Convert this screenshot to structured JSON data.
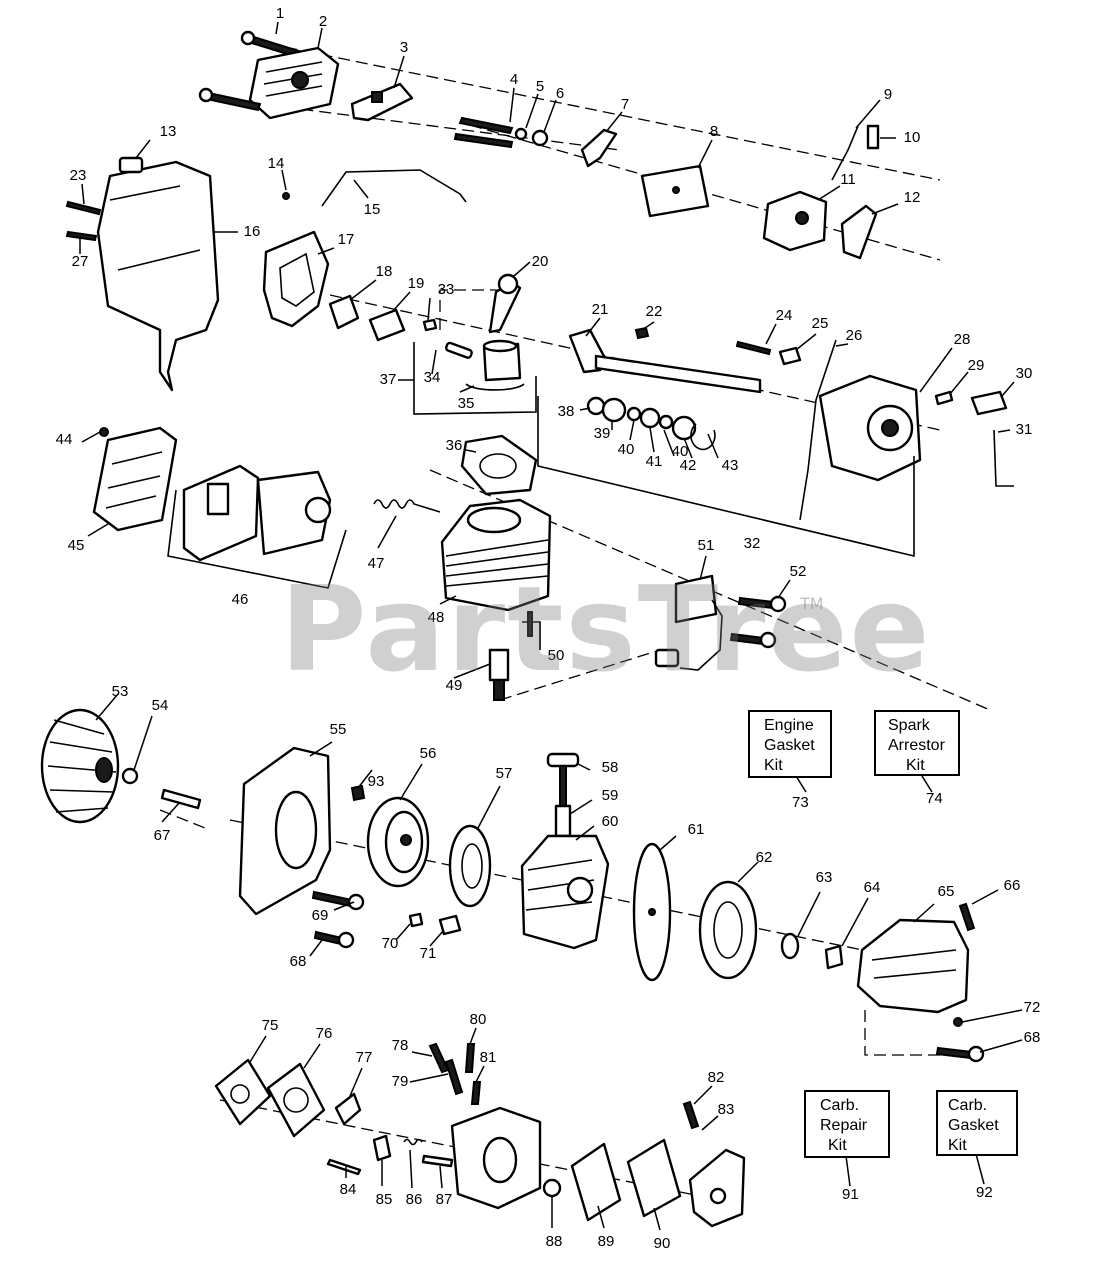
{
  "watermark": {
    "text": "PartsTree",
    "trademark": "TM"
  },
  "callouts": [
    "1",
    "2",
    "3",
    "4",
    "5",
    "6",
    "7",
    "8",
    "9",
    "10",
    "11",
    "12",
    "13",
    "14",
    "15",
    "16",
    "17",
    "18",
    "19",
    "20",
    "21",
    "22",
    "23",
    "24",
    "25",
    "26",
    "27",
    "28",
    "29",
    "30",
    "31",
    "32",
    "33",
    "34",
    "35",
    "36",
    "37",
    "38",
    "39",
    "40",
    "41",
    "40",
    "42",
    "43",
    "44",
    "45",
    "46",
    "47",
    "48",
    "49",
    "50",
    "51",
    "52",
    "53",
    "54",
    "55",
    "56",
    "57",
    "58",
    "59",
    "60",
    "61",
    "62",
    "63",
    "64",
    "65",
    "66",
    "67",
    "68",
    "69",
    "70",
    "71",
    "72",
    "68",
    "75",
    "76",
    "77",
    "78",
    "79",
    "80",
    "81",
    "82",
    "83",
    "84",
    "85",
    "86",
    "87",
    "88",
    "89",
    "90",
    "93"
  ],
  "kits": [
    {
      "lines": [
        "Engine",
        "Gasket",
        "Kit"
      ],
      "number": "73"
    },
    {
      "lines": [
        "Spark",
        "Arrestor",
        "Kit"
      ],
      "number": "74"
    },
    {
      "lines": [
        "Carb.",
        "Repair",
        "Kit"
      ],
      "number": "91"
    },
    {
      "lines": [
        "Carb.",
        "Gasket",
        "Kit"
      ],
      "number": "92"
    }
  ]
}
